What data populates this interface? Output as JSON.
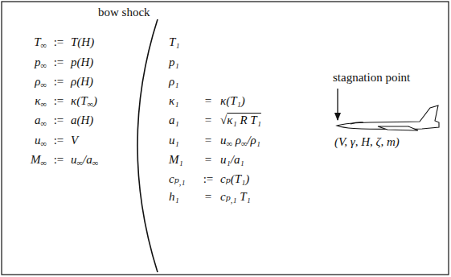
{
  "diagram": {
    "labels": [
      "bow shock",
      "T∞ := T(H)",
      "p∞ := p(H)",
      "ρ∞ := ρ(H)",
      "κ∞ := κ(T∞)",
      "a∞ := a(H)",
      "u∞ := V",
      "M∞ := u∞/a∞",
      "T₁",
      "p₁",
      "ρ₁",
      "κ₁ = κ(T₁)",
      "a₁ = √κ₁ R T₁",
      "u₁ = u∞ ρ∞/ρ₁",
      "M₁ = u₁/a₁",
      "cₚ,₁ := cₚ(T₁)",
      "h₁ = cₚ,₁ T₁",
      "stagnation point",
      "(V, γ, H, ζ, m)"
    ]
  }
}
